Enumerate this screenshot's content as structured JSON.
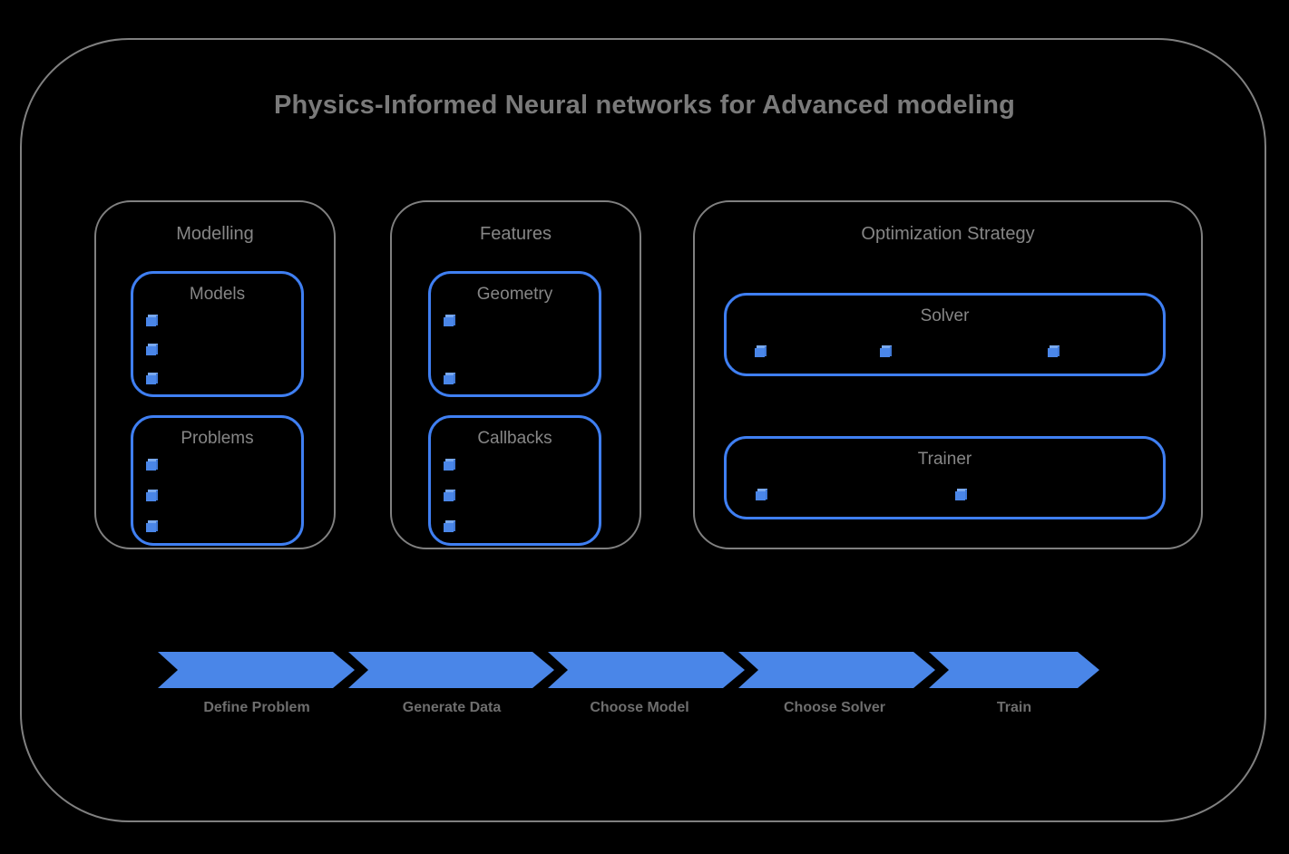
{
  "title": "Physics-Informed Neural networks for Advanced modeling",
  "colors": {
    "accent_blue": "#4a86e8",
    "border_blue": "#3f7ff2",
    "border_gray": "#808080",
    "text_gray": "#868686",
    "title_gray": "#7a7a7a",
    "background": "#000000"
  },
  "groups": [
    {
      "label": "Modelling",
      "boxes": [
        {
          "label": "Models",
          "marker_count": 3
        },
        {
          "label": "Problems",
          "marker_count": 3
        }
      ]
    },
    {
      "label": "Features",
      "boxes": [
        {
          "label": "Geometry",
          "marker_count": 2
        },
        {
          "label": "Callbacks",
          "marker_count": 3
        }
      ]
    },
    {
      "label": "Optimization Strategy",
      "boxes": [
        {
          "label": "Solver",
          "marker_count": 3
        },
        {
          "label": "Trainer",
          "marker_count": 2
        }
      ]
    }
  ],
  "flow": {
    "steps": [
      {
        "label": "Define Problem"
      },
      {
        "label": "Generate Data"
      },
      {
        "label": "Choose Model"
      },
      {
        "label": "Choose Solver"
      },
      {
        "label": "Train"
      }
    ]
  }
}
